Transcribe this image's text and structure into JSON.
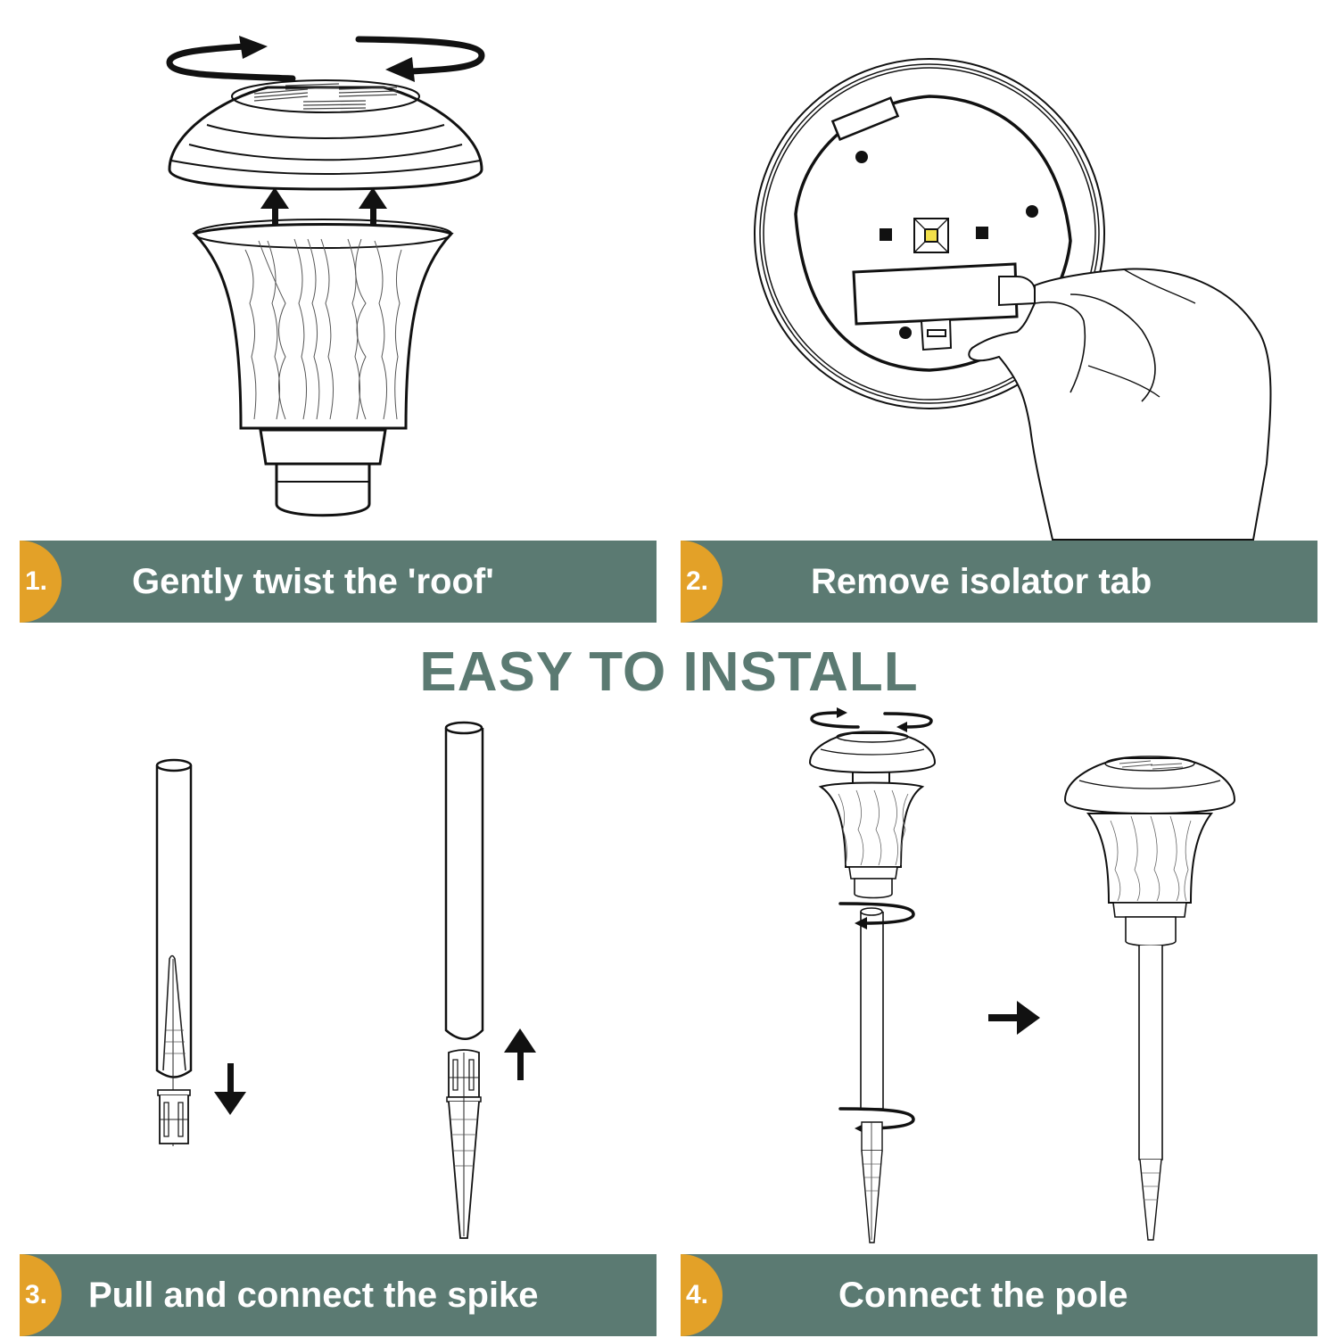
{
  "headline": "EASY TO INSTALL",
  "colors": {
    "banner_bg": "#5b7a72",
    "badge": "#e3a128",
    "headline": "#5b7a72",
    "text_on_banner": "#ffffff"
  },
  "steps": [
    {
      "number": "1.",
      "label": "Gently twist the 'roof'",
      "illustration": "roof-twist-off-lamp"
    },
    {
      "number": "2.",
      "label": "Remove isolator tab",
      "illustration": "hand-pulling-isolator-tab"
    },
    {
      "number": "3.",
      "label": "Pull and connect the spike",
      "illustration": "pole-and-spike"
    },
    {
      "number": "4.",
      "label": "Connect the pole",
      "illustration": "assemble-full-lamp"
    }
  ],
  "icons": {
    "rotate": "rotate-arrow-icon",
    "up": "arrow-up-icon",
    "down": "arrow-down-icon",
    "right": "arrow-right-icon"
  }
}
